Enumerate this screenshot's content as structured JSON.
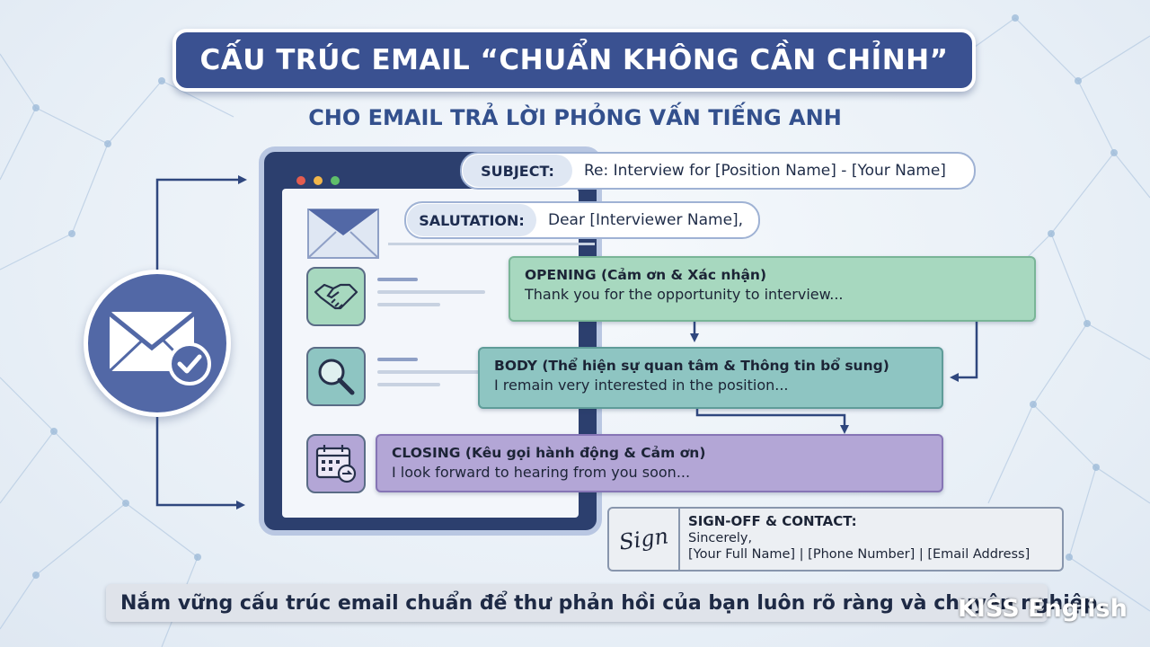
{
  "title": "CẤU TRÚC EMAIL “CHUẨN KHÔNG CẦN CHỈNH”",
  "subtitle": "CHO EMAIL TRẢ LỜI PHỎNG VẤN TIẾNG ANH",
  "subject": {
    "label": "SUBJECT:",
    "value": "Re: Interview for [Position Name] - [Your Name]"
  },
  "salutation": {
    "label": "SALUTATION:",
    "value": "Dear [Interviewer Name],"
  },
  "sections": {
    "opening": {
      "title": "OPENING (Cảm ơn & Xác nhận)",
      "text": "Thank you for the opportunity to interview...",
      "icon": "handshake-icon",
      "color": "#a7d8bf"
    },
    "body": {
      "title": "BODY (Thể hiện sự quan tâm & Thông tin bổ sung)",
      "text": "I remain very interested in the position...",
      "icon": "magnifier-icon",
      "color": "#8ec5c2"
    },
    "closing": {
      "title": "CLOSING (Kêu gọi hành động & Cảm ơn)",
      "text": "I look forward to hearing from you soon...",
      "icon": "calendar-icon",
      "color": "#b3a6d6"
    }
  },
  "signoff": {
    "sign_label": "Sign",
    "title": "SIGN-OFF & CONTACT:",
    "line1": "Sincerely,",
    "line2": "[Your Full Name] | [Phone Number] | [Email Address]"
  },
  "footer": "Nắm vững cấu trúc email chuẩn để thư phản hồi của bạn luôn rõ ràng và chuyên nghiệp.",
  "brand": "KISS English",
  "colors": {
    "navy": "#3a5191",
    "arrow": "#2f477e",
    "window_dots": [
      "#e45c4f",
      "#f2b64a",
      "#5fbf6a"
    ]
  }
}
